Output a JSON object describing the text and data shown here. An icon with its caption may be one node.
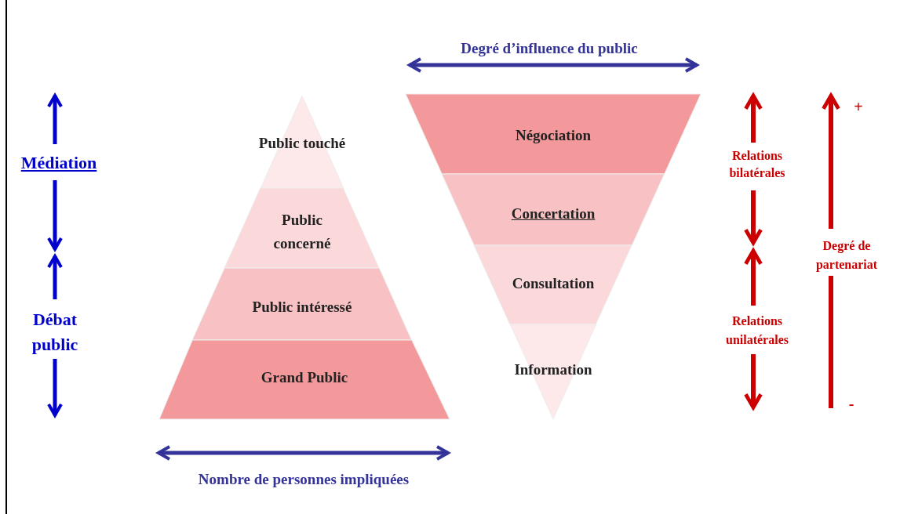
{
  "diagram": {
    "nodes": [
      {
        "text": [
          "Public touché"
        ]
      },
      {
        "text": [
          "Public concerné"
        ]
      },
      {
        "text": [
          "Public intéressé"
        ]
      },
      {
        "text": [
          "Grand Public"
        ]
      },
      {
        "text": [
          "Négociation"
        ]
      },
      {
        "text": [
          "Concertation"
        ]
      },
      {
        "text": [
          "Consultation"
        ]
      },
      {
        "text": [
          "Information"
        ]
      }
    ],
    "labels": [
      "Degré d’influence du public",
      "Médiation",
      "Relations bilatérales",
      "+",
      "Degré de partenariat",
      "Débat public",
      "Relations unilatérales",
      "-",
      "Nombre de personnes impliquées"
    ]
  }
}
